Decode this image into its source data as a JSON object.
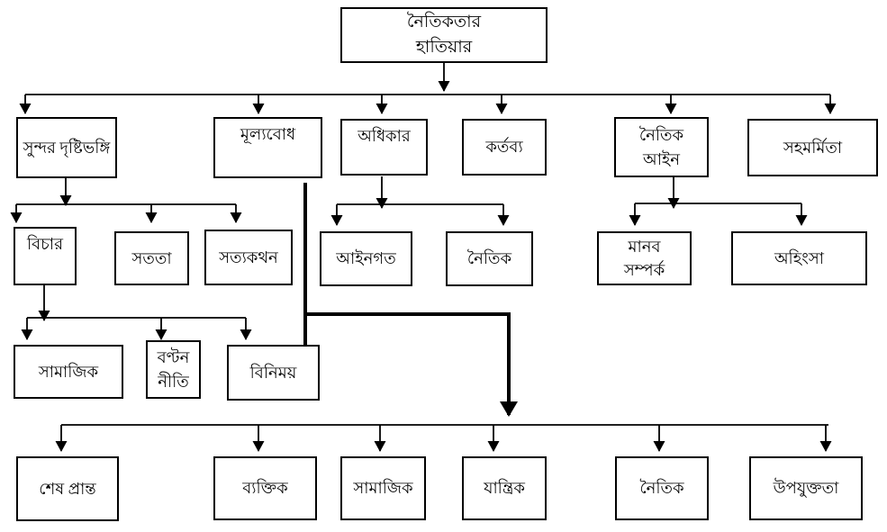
{
  "root": {
    "label": "নৈতিকতার হাতিয়ার"
  },
  "level1": [
    {
      "id": "attitude",
      "label": "সুন্দর দৃষ্টিভঙ্গি"
    },
    {
      "id": "values",
      "label": "মূল্যবোধ"
    },
    {
      "id": "rights",
      "label": "অধিকার"
    },
    {
      "id": "duty",
      "label": "কর্তব্য"
    },
    {
      "id": "moral-law",
      "label": "নৈতিক আইন"
    },
    {
      "id": "empathy",
      "label": "সহমর্মিতা"
    }
  ],
  "attitude_children": [
    {
      "label": "বিচার"
    },
    {
      "label": "সততা"
    },
    {
      "label": "সত্যকথন"
    }
  ],
  "rights_children": [
    {
      "label": "আইনগত"
    },
    {
      "label": "নৈতিক"
    }
  ],
  "moral_law_children": [
    {
      "label": "মানব সম্পর্ক"
    },
    {
      "label": "অহিংসা"
    }
  ],
  "justice_children": [
    {
      "label": "সামাজিক"
    },
    {
      "label": "বণ্টন নীতি"
    },
    {
      "label": "বিনিময়"
    }
  ],
  "values_children": [
    {
      "label": "শেষ প্রান্ত"
    },
    {
      "label": "ব্যক্তিক"
    },
    {
      "label": "সামাজিক"
    },
    {
      "label": "যান্ত্রিক"
    },
    {
      "label": "নৈতিক"
    },
    {
      "label": "উপযুক্ততা"
    }
  ],
  "colors": {
    "line": "#000000",
    "box_border": "#000000",
    "background": "#ffffff",
    "text": "#000000"
  }
}
